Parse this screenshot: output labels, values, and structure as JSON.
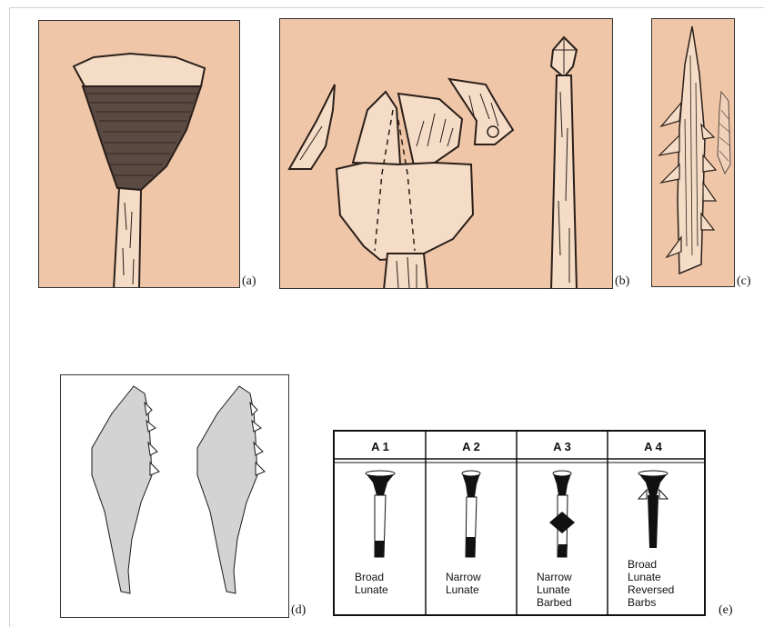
{
  "labels": {
    "a": "(a)",
    "b": "(b)",
    "c": "(c)",
    "d": "(d)",
    "e": "(e)"
  },
  "table": {
    "headers": [
      "A 1",
      "A 2",
      "A 3",
      "A 4"
    ],
    "descriptions": [
      [
        "Broad",
        "Lunate"
      ],
      [
        "Narrow",
        "Lunate"
      ],
      [
        "Narrow",
        "Lunate",
        "Barbed"
      ],
      [
        "Broad",
        "Lunate",
        "Reversed",
        "Barbs"
      ]
    ]
  },
  "colors": {
    "sepia_background": "#efc6a7",
    "silhouette_fill": "#d3d3d3",
    "ink": "#2a1f1a"
  }
}
